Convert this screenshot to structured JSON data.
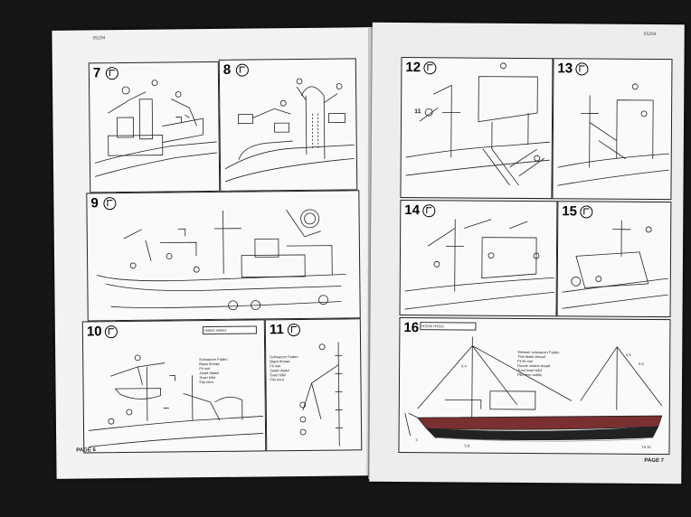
{
  "left_page": {
    "code": "05204",
    "page_label": "PAGE 6",
    "steps": [
      {
        "number": "7"
      },
      {
        "number": "8"
      },
      {
        "number": "9"
      },
      {
        "number": "10"
      },
      {
        "number": "11"
      }
    ]
  },
  "right_page": {
    "code": "05204",
    "page_label": "PAGE 7",
    "steps": [
      {
        "number": "12"
      },
      {
        "number": "13"
      },
      {
        "number": "14"
      },
      {
        "number": "15"
      },
      {
        "number": "16"
      }
    ]
  },
  "thread_legend_10": [
    "Schwarzer Faden",
    "Black thread",
    "Fil noir",
    "Zwart draad",
    "Svart tråd",
    "Filo nero"
  ],
  "thread_legend_11": [
    "Schwarzer Faden",
    "Black thread",
    "Fil noir",
    "Zwart draad",
    "Svart tråd",
    "Filo nero"
  ],
  "thread_legend_16": [
    "Weisser schwarzer Faden",
    "Thin black thread",
    "Fil fin noir",
    "Dunne zwarte draad",
    "Tunn svart tråd",
    "Filo nero sottile"
  ],
  "decal_labels": [
    "H3500",
    "H3501"
  ],
  "callouts": [
    "11",
    "6.4",
    "6.5",
    "6.6",
    "5.9",
    "10.10",
    "3"
  ]
}
